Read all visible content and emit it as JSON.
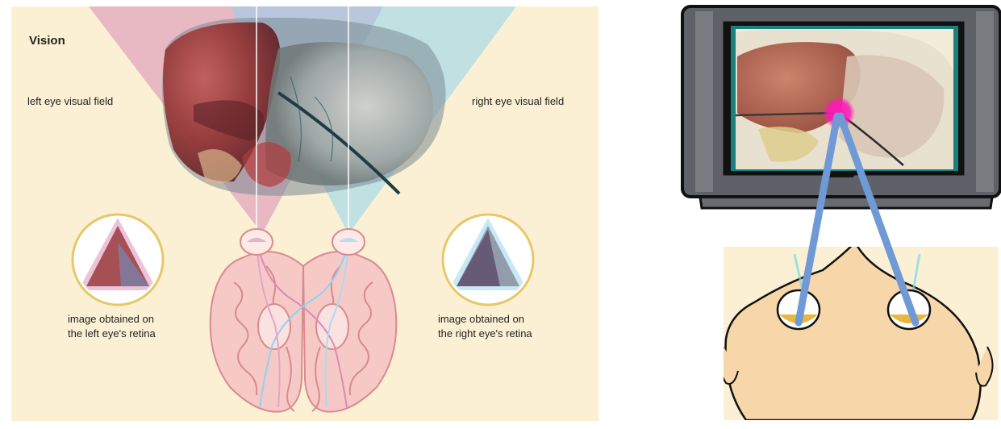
{
  "diagram": {
    "title": "Vision",
    "left_field_label": "left eye visual field",
    "right_field_label": "right eye visual field",
    "left_retina_label": [
      "image obtained on",
      "the left eye's retina"
    ],
    "right_retina_label": [
      "image obtained on",
      "the right eye's retina"
    ]
  },
  "colors": {
    "panel_background": "#fbf0d3",
    "left_field": "#d98ab6",
    "right_field": "#8fd3ee",
    "monitor_frame": "#5f6168",
    "monitor_outline": "#111111",
    "screen_border": "#1b7f80",
    "sight_lines": "#6f9ad6",
    "focus_spot": "#ff18b8",
    "head_skin": "#f7d6a9",
    "brain_outline": "#d98a8f"
  }
}
